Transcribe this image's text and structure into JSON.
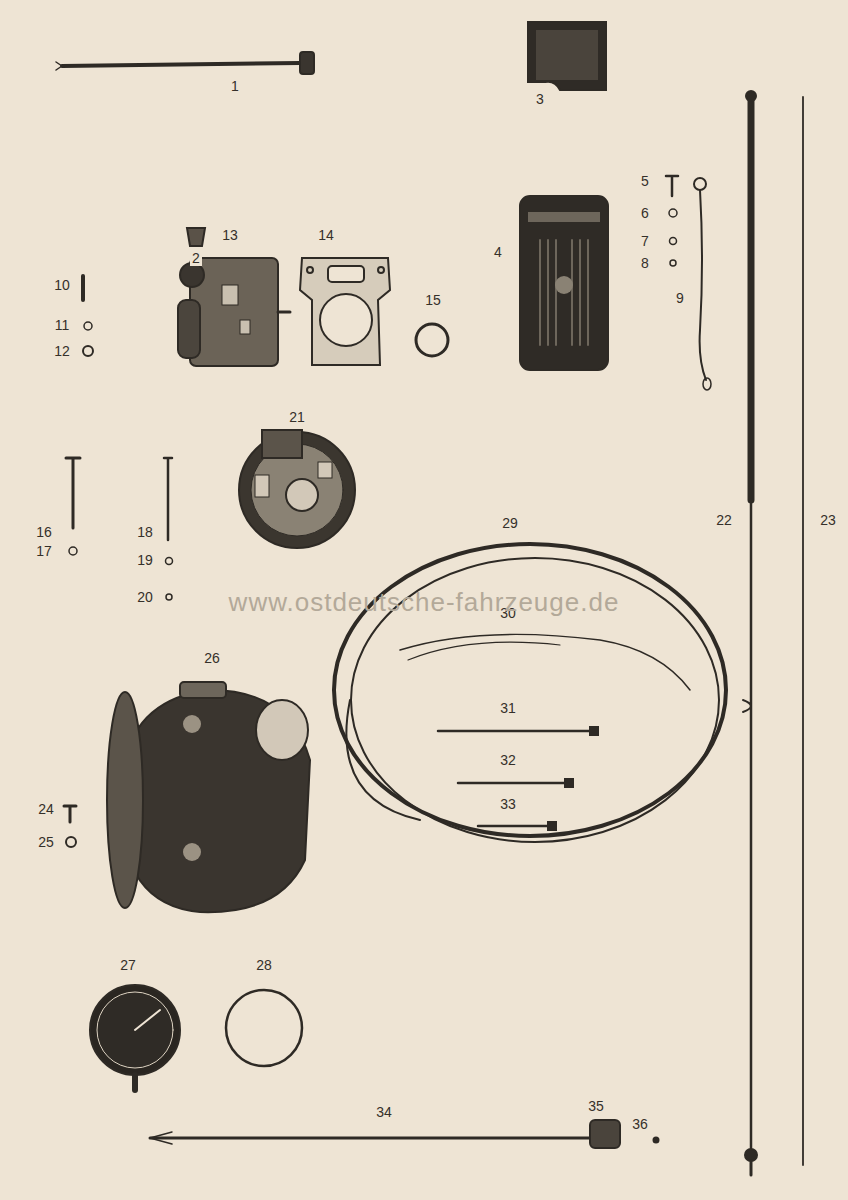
{
  "diagram": {
    "labels": [
      "1",
      "3",
      "5",
      "2",
      "6",
      "7",
      "13",
      "14",
      "4",
      "8",
      "10",
      "9",
      "15",
      "11",
      "12",
      "21",
      "16",
      "18",
      "29",
      "22",
      "23",
      "17",
      "19",
      "20",
      "30",
      "26",
      "31",
      "32",
      "33",
      "24",
      "25",
      "27",
      "28",
      "34",
      "35",
      "36",
      "www.ostdeutsche-fahrzeuge.de"
    ]
  }
}
